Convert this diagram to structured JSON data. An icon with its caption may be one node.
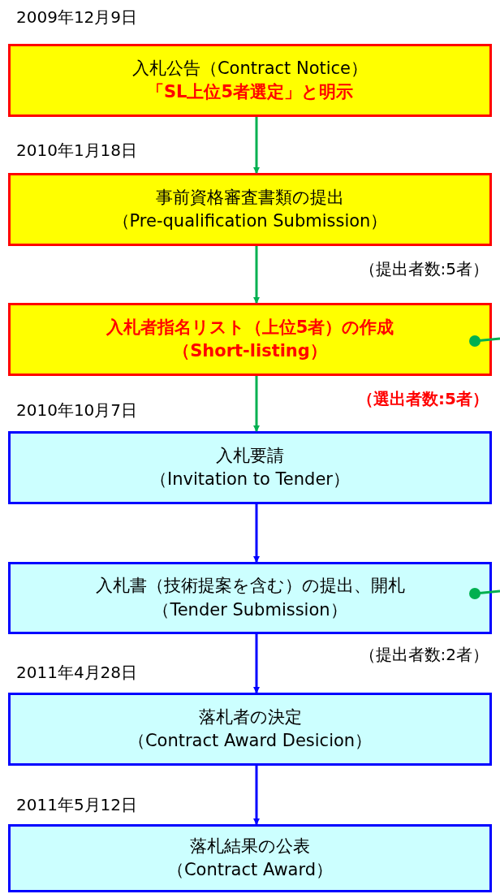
{
  "diagram": {
    "nodes": [
      {
        "text": [
          "入札公告（Contract Notice）",
          "「SL上位5者選定」と明示"
        ],
        "beside": [
          "2009年12月9日"
        ]
      },
      {
        "text": [
          "事前資格審査書類の提出",
          "（Pre-qualification Submission）"
        ],
        "beside": [
          "2010年1月18日",
          "（提出者数:5者）"
        ]
      },
      {
        "text": [
          "入札者指名リスト（上位5者）の作成",
          "（Short-listing）"
        ],
        "beside": [
          "（選出者数:5者）"
        ]
      },
      {
        "text": [
          "入札要請",
          "（Invitation to Tender）"
        ],
        "beside": [
          "2010年10月7日"
        ]
      },
      {
        "text": [
          "入札書（技術提案を含む）の提出、開札",
          "（Tender Submission）"
        ],
        "beside": [
          "（提出者数:2者）"
        ]
      },
      {
        "text": [
          "落札者の決定",
          "（Contract Award Desicion）"
        ],
        "beside": [
          "2011年4月28日"
        ]
      },
      {
        "text": [
          "落札結果の公表",
          "（Contract Award）"
        ],
        "beside": [
          "2011年5月12日"
        ]
      }
    ],
    "edges": [
      {
        "from": 0,
        "to": 1,
        "arrow": "to",
        "color": "#00b050"
      },
      {
        "from": 1,
        "to": 2,
        "arrow": "to",
        "color": "#00b050"
      },
      {
        "from": 2,
        "to": 3,
        "arrow": "to",
        "color": "#00b050"
      },
      {
        "from": 3,
        "to": 4,
        "arrow": "to",
        "color": "#0000ff"
      },
      {
        "from": 4,
        "to": 5,
        "arrow": "to",
        "color": "#0000ff"
      },
      {
        "from": 5,
        "to": 6,
        "arrow": "to",
        "color": "#0000ff"
      },
      {
        "from": 2,
        "to": null,
        "arrow": "other",
        "color": "#00b050"
      },
      {
        "from": 4,
        "to": null,
        "arrow": "other",
        "color": "#00b050"
      }
    ]
  }
}
